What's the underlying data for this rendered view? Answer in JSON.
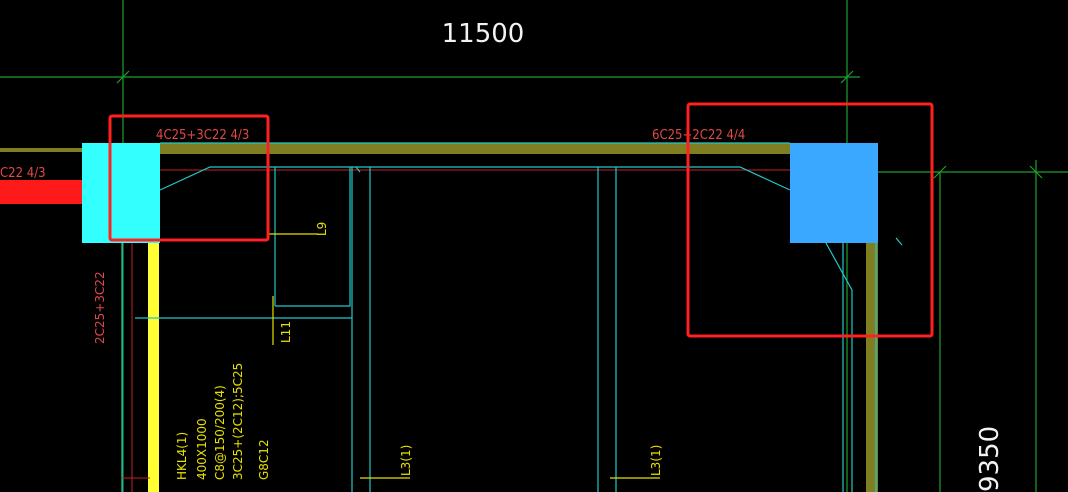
{
  "drawing": {
    "dimensions": {
      "top_span": "11500",
      "right_span": "9350"
    },
    "rebar_labels": {
      "top_left": "4C25+3C22 4/3",
      "top_right": "6C25+2C22 4/4",
      "left_cut": "C22 4/3",
      "left_vertical": "2C25+3C22"
    },
    "beam_tags": {
      "l9": "L9",
      "l11": "L11",
      "l3_left": "L3(1)",
      "l3_right": "L3(1)"
    },
    "beam_spec": {
      "line1": "HKL4(1)",
      "line2": "400X1000",
      "line3": "C8@150/200(4)",
      "line4": "3C25+(2C12);5C25",
      "line5": "G8C12"
    },
    "colors": {
      "background": "#000000",
      "axis_green": "#1fa02a",
      "beam_olive": "#7f7f22",
      "rebar_cyan": "#22c8c8",
      "label_yellow": "#e6e000",
      "label_red": "#e04848",
      "column_cyan": "#33ffff",
      "column_blue": "#3aa8ff",
      "highlight_red": "#ff2020"
    }
  }
}
